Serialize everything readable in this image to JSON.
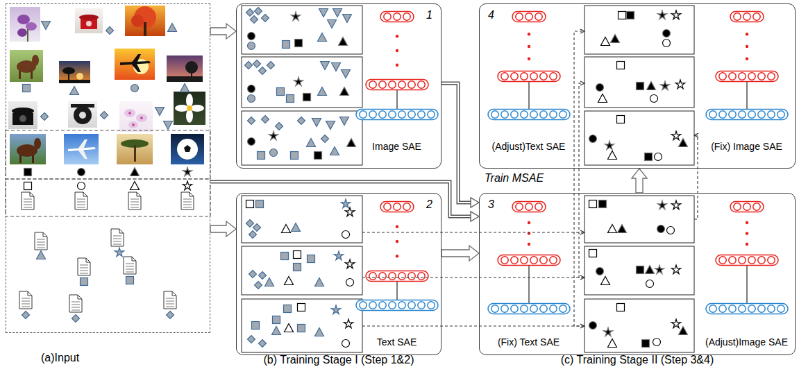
{
  "diagram": {
    "nodes": [
      {
        "text": [
          "(a)Input"
        ]
      },
      {
        "text": [
          "1"
        ]
      },
      {
        "text": [
          "Image SAE"
        ],
        "in": 1
      },
      {
        "text": [
          "4"
        ]
      },
      {
        "text": [
          "(Adjust)Text SAE"
        ],
        "in": 3
      },
      {
        "text": [
          "(Fix) Image SAE"
        ],
        "in": 3
      },
      {
        "text": [
          "2"
        ]
      },
      {
        "text": [
          "Text SAE"
        ],
        "in": 6
      },
      {
        "text": [
          "3"
        ]
      },
      {
        "text": [
          "(Fix) Text SAE"
        ],
        "in": 8
      },
      {
        "text": [
          "(Adjust)Image SAE"
        ],
        "in": 8
      }
    ],
    "edges": [
      {
        "from": 0,
        "to": 1,
        "arrow": "to"
      },
      {
        "from": 0,
        "to": 6,
        "arrow": "to"
      },
      {
        "from": 0,
        "to": 8,
        "arrow": "to"
      },
      {
        "from": 1,
        "to": 8,
        "arrow": "to"
      },
      {
        "from": 6,
        "to": 8,
        "arrow": "to"
      },
      {
        "from": 8,
        "to": 3,
        "arrow": "to"
      }
    ],
    "labels": [
      "Train MSAE",
      "(b) Training Stage I (Step 1&2)",
      "(c) Training Stage II (Step 3&4)"
    ]
  }
}
